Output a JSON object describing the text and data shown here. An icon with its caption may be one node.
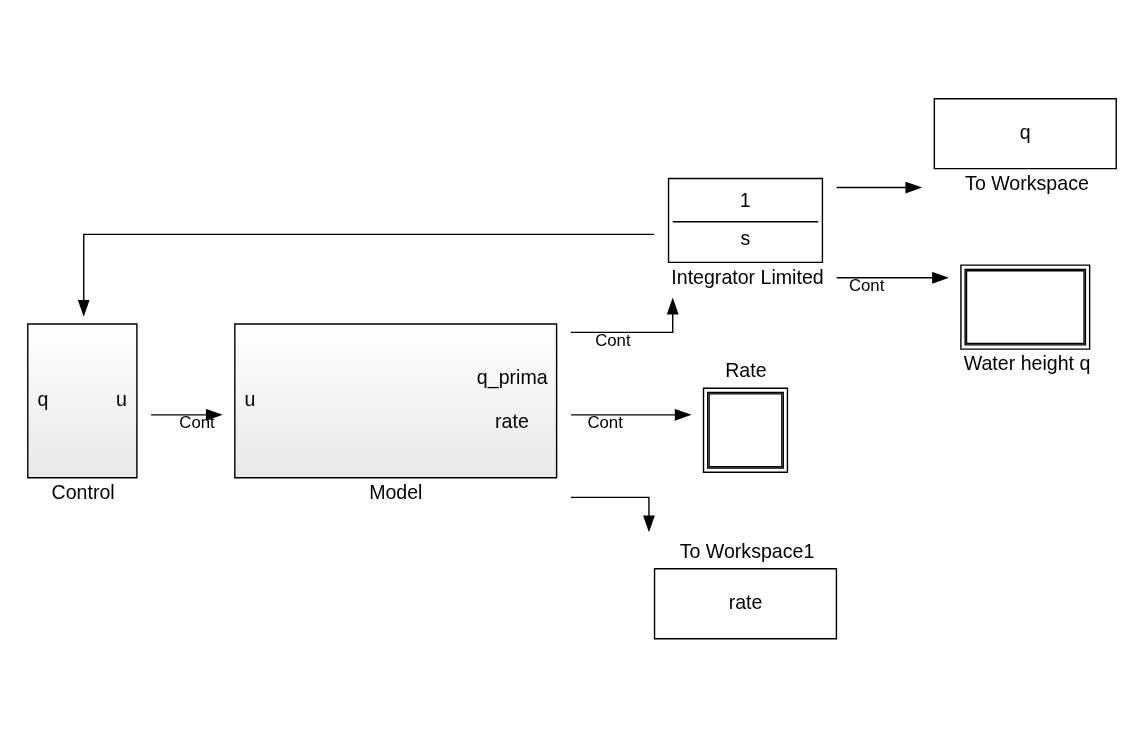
{
  "diagram": {
    "nodes": [
      {
        "text": [
          "q",
          "u",
          "Control"
        ]
      },
      {
        "text": [
          "u",
          "q_prima",
          "rate",
          "Model"
        ]
      },
      {
        "text": [
          "1",
          "s",
          "Integrator Limited"
        ]
      },
      {
        "text": [
          "q",
          "To Workspace"
        ]
      },
      {
        "text": [
          "Water height q"
        ]
      },
      {
        "text": [
          "Rate"
        ]
      },
      {
        "text": [
          "To Workspace1",
          "rate"
        ]
      }
    ],
    "edges": [
      {
        "from": 0,
        "to": 1,
        "arrow": "to",
        "label": "Cont"
      },
      {
        "from": 1,
        "to": 2,
        "arrow": "to",
        "label": "Cont"
      },
      {
        "from": 2,
        "to": 3,
        "arrow": "to"
      },
      {
        "from": 2,
        "to": 4,
        "arrow": "to",
        "label": "Cont"
      },
      {
        "from": 2,
        "to": 0,
        "arrow": "to"
      },
      {
        "from": 1,
        "to": 5,
        "arrow": "to",
        "label": "Cont"
      },
      {
        "from": 1,
        "to": 6,
        "arrow": "to"
      }
    ]
  }
}
